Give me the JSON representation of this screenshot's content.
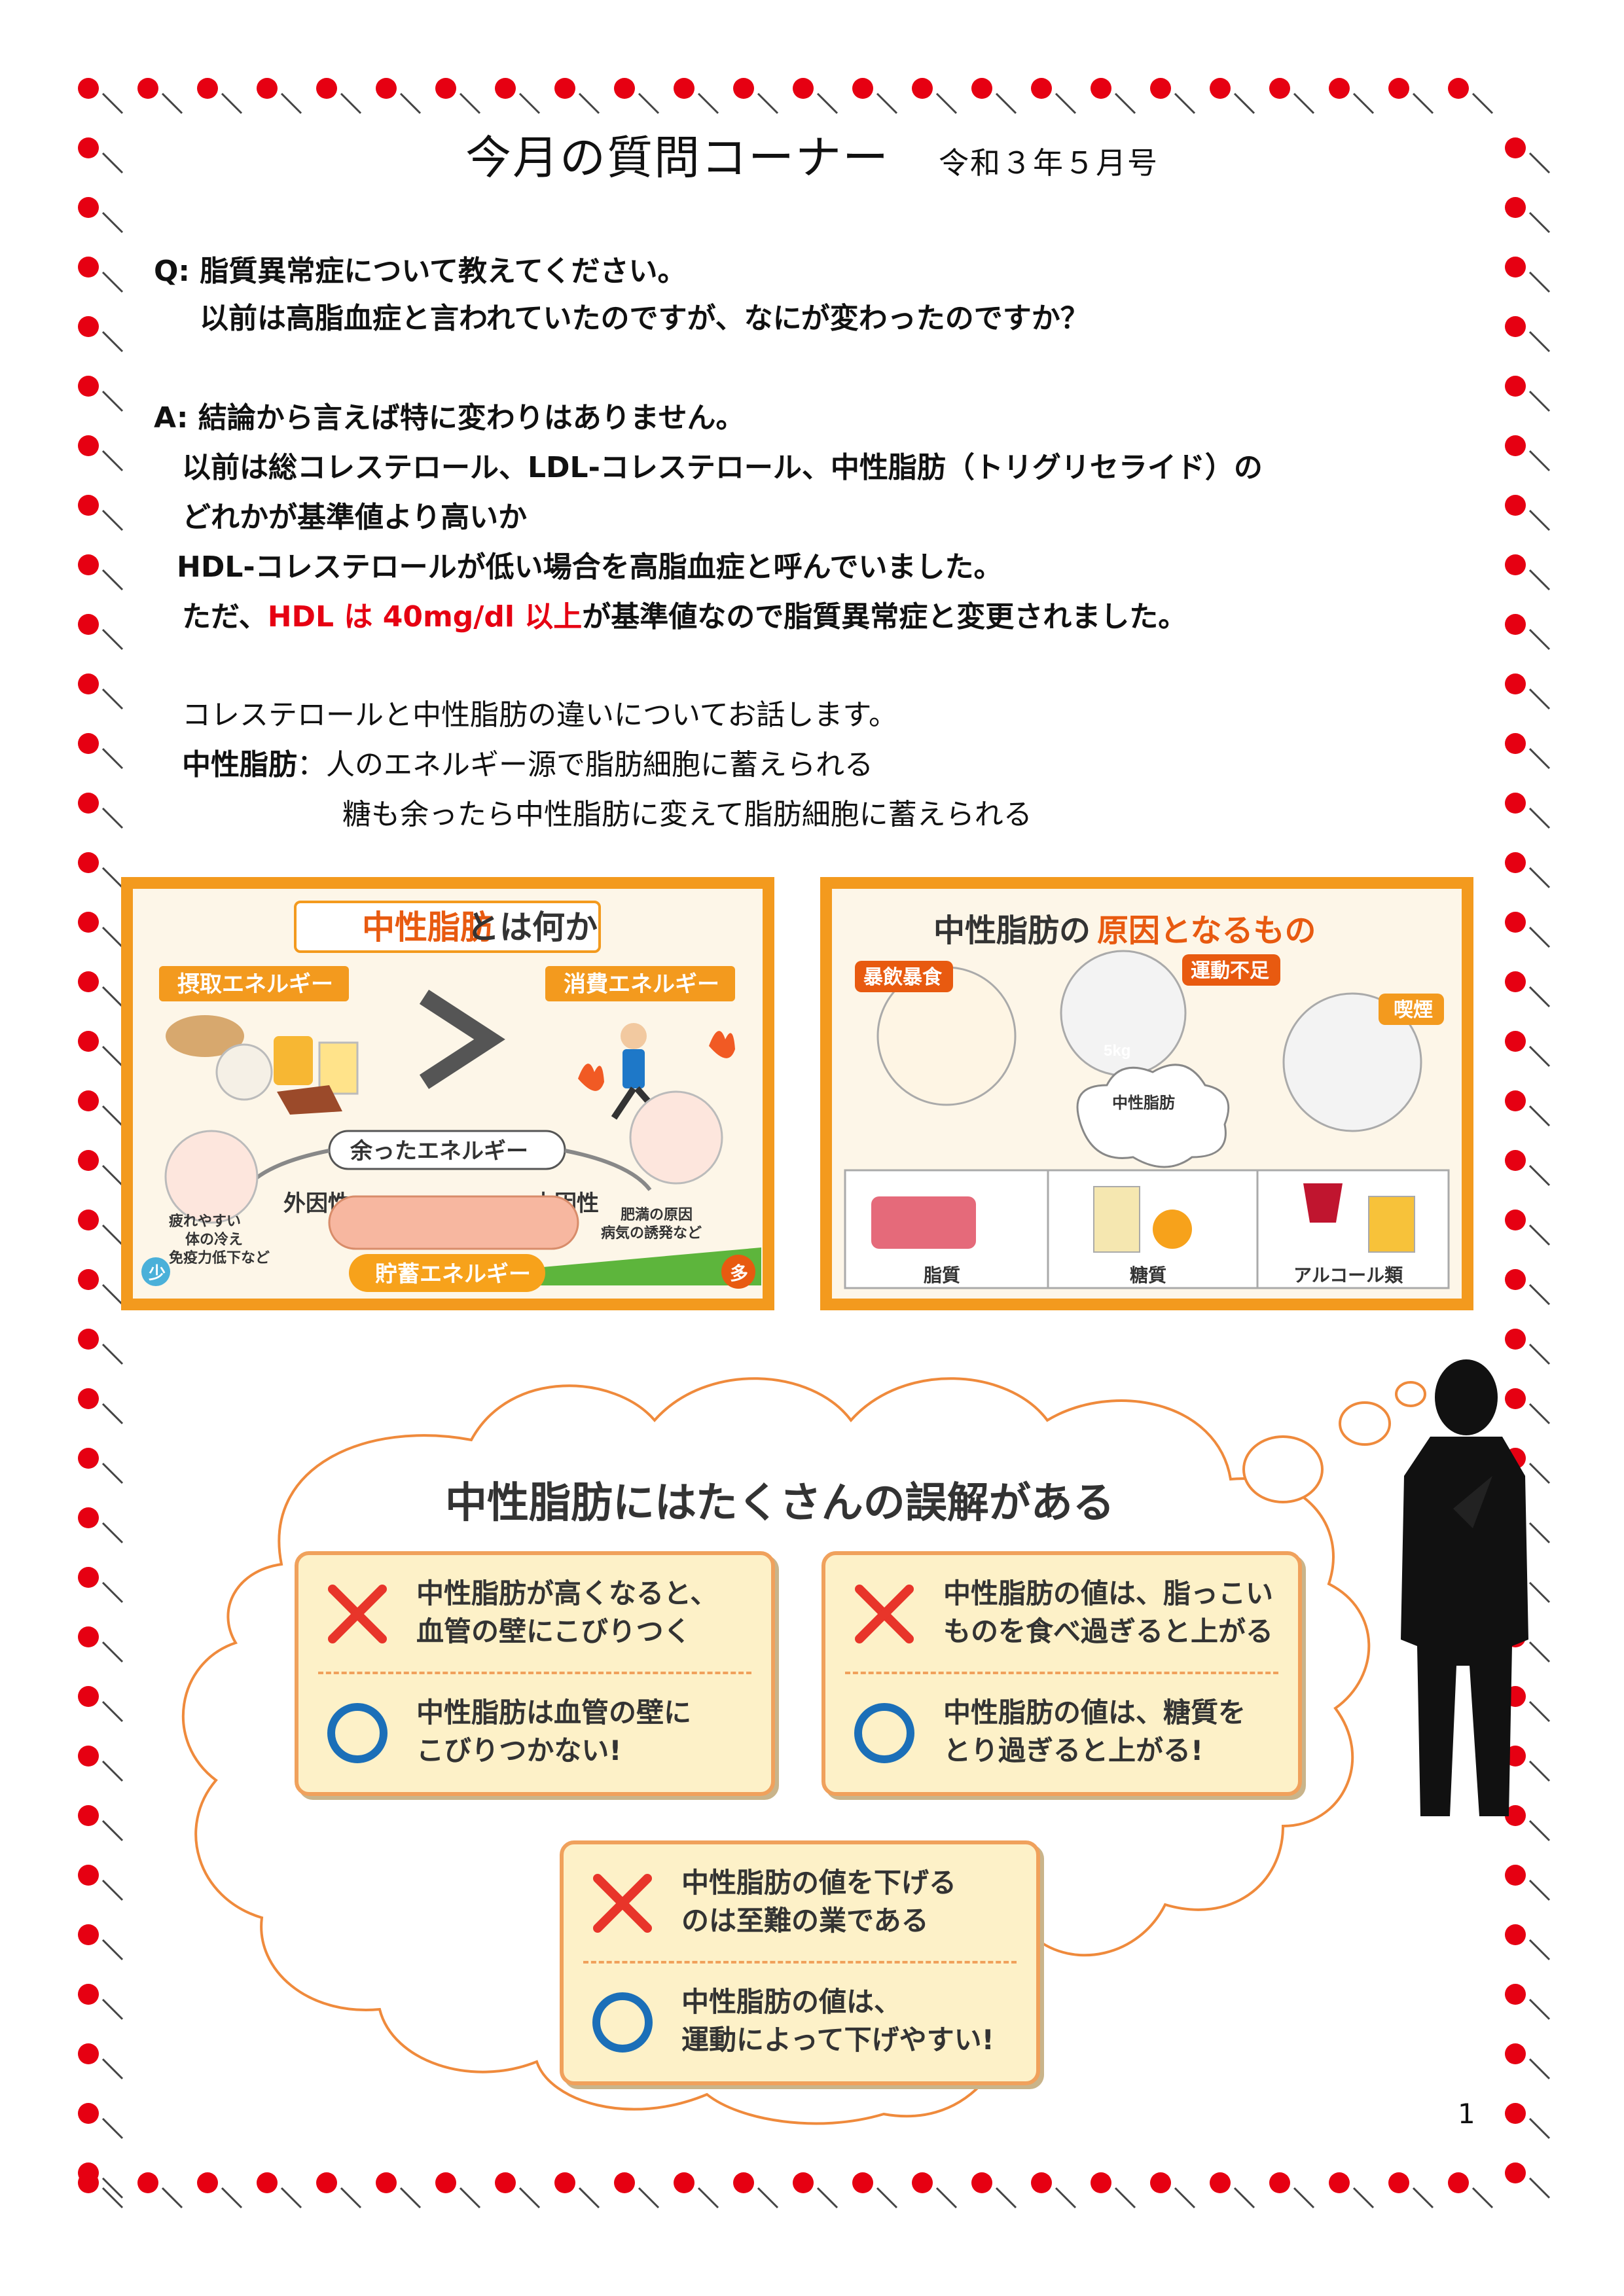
{
  "header": {
    "title": "今月の質問コーナー",
    "issue_date": "令和３年５月号"
  },
  "question": {
    "line1": "Q: 脂質異常症について教えてください。",
    "line2": "以前は高脂血症と言われていたのですが、なにが変わったのですか？"
  },
  "answer": {
    "line1": "A:  結論から言えば特に変わりはありません。",
    "line2": "以前は総コレステロール、LDL-コレステロール、中性脂肪（トリグリセライド）の",
    "line3": "どれかが基準値より高いか",
    "line4": "HDL-コレステロールが低い場合を高脂血症と呼んでいました。",
    "line5_prefix": "ただ、",
    "line5_red": "HDL は 40mg/dl 以上",
    "line5_suffix": "が基準値なので脂質異常症と変更されました。"
  },
  "explanation": {
    "intro": "コレステロールと中性脂肪の違いについてお話します。",
    "term": "中性脂肪",
    "definition1": "：人のエネルギー源で脂肪細胞に蓄えられる",
    "definition2": "糖も余ったら中性脂肪に変えて脂肪細胞に蓄えられる"
  },
  "panel_left": {
    "title_red": "中性脂肪",
    "title_rest": "とは何か",
    "intake_label": "摂取エネルギー",
    "consume_label": "消費エネルギー",
    "surplus_label": "余ったエネルギー",
    "external_label": "外因性",
    "internal_label": "内因性",
    "left_note": [
      "疲れやすい",
      "体の冷え",
      "免疫力低下など"
    ],
    "right_note": [
      "肥満の原因",
      "病気の誘発など"
    ],
    "storage_label": "貯蓄エネルギー",
    "few_label": "少",
    "many_label": "多"
  },
  "panel_right": {
    "title_prefix": "中性脂肪の",
    "title_red": "原因となるもの",
    "overeating_label": "暴飲暴食",
    "no_exercise_label": "運動不足",
    "smoking_label": "喫煙",
    "weight_label": "5kg",
    "fat_character_label": "中性脂肪",
    "bottom_labels": [
      "脂質",
      "糖質",
      "アルコール類"
    ]
  },
  "misconceptions": {
    "title": "中性脂肪にはたくさんの誤解がある",
    "cards": [
      {
        "wrong": "中性脂肪が高くなると、\n血管の壁にこびりつく",
        "right": "中性脂肪は血管の壁に\nこびりつかない!"
      },
      {
        "wrong": "中性脂肪の値は、脂っこい\nものを食べ過ぎると上がる",
        "right": "中性脂肪の値は、糖質を\nとり過ぎると上がる!"
      },
      {
        "wrong": "中性脂肪の値を下げる\nのは至難の業である",
        "right": "中性脂肪の値は、\n運動によって下げやすい!"
      }
    ]
  },
  "footer": {
    "page_number": "1"
  },
  "colors": {
    "dot_red": "#e60012",
    "accent_red": "#e60012",
    "panel_orange": "#f39a1e",
    "cloud_orange": "#f0a15c",
    "card_fill": "#fdf1c8",
    "wrong_mark": "#e8352a",
    "right_mark": "#1b6fb8"
  },
  "icons": [
    "wrong-x-icon",
    "correct-circle-icon",
    "businessman-silhouette",
    "thought-cloud"
  ]
}
